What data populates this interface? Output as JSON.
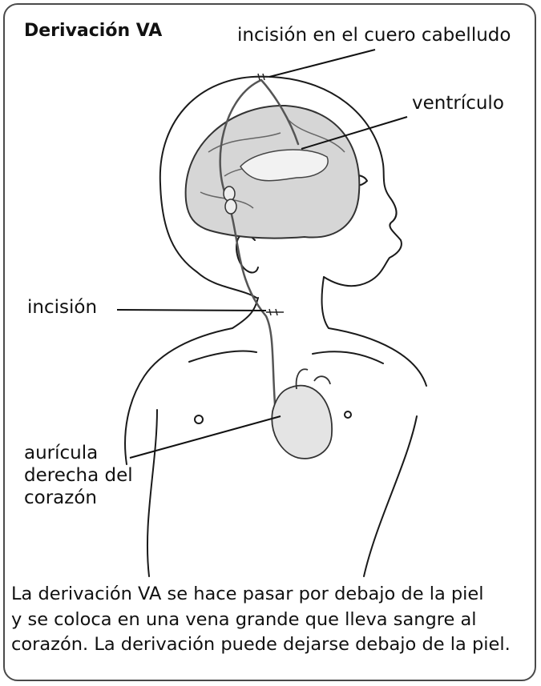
{
  "title": "Derivación VA",
  "labels": {
    "scalp_incision": "incisión en el cuero cabelludo",
    "ventricle": "ventrículo",
    "incision": "incisión",
    "right_atrium": [
      "aurícula",
      "derecha del",
      "corazón"
    ]
  },
  "caption": [
    "La derivación VA se hace pasar por debajo de la piel",
    "y se coloca en una vena grande que lleva sangre al",
    "corazón. La derivación puede dejarse debajo de la piel."
  ]
}
